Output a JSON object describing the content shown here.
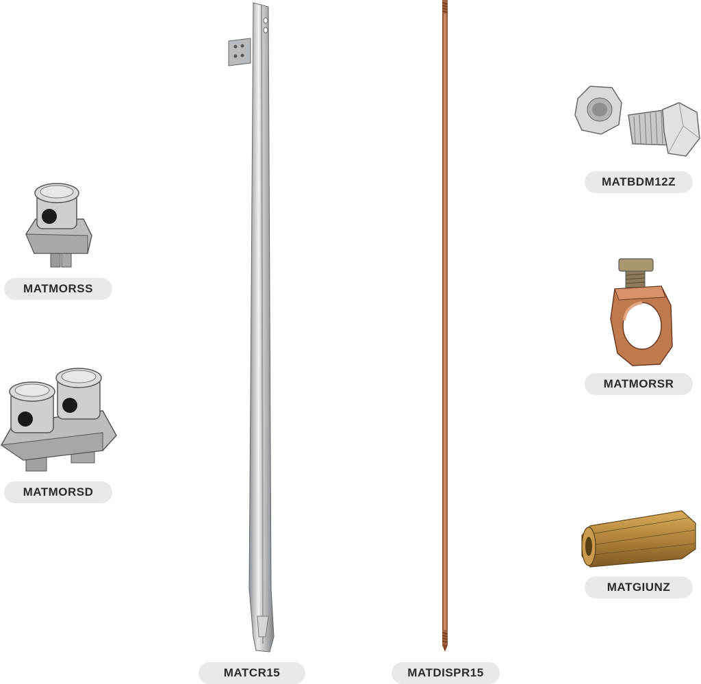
{
  "products": {
    "matmorss": {
      "code": "MATMORSS",
      "icon": "single-ground-clamp-icon"
    },
    "matmorsd": {
      "code": "MATMORSD",
      "icon": "double-ground-clamp-icon"
    },
    "matcr15": {
      "code": "MATCR15",
      "icon": "steel-cross-earth-rod-icon"
    },
    "matdispr15": {
      "code": "MATDISPR15",
      "icon": "copper-earth-rod-icon"
    },
    "matbdm12z": {
      "code": "MATBDM12Z",
      "icon": "bolt-and-nut-icon"
    },
    "matmorsr": {
      "code": "MATMORSR",
      "icon": "copper-rod-clamp-icon"
    },
    "matgiunz": {
      "code": "MATGIUNZ",
      "icon": "hex-coupler-icon"
    }
  },
  "colors": {
    "label_bg": "#e9e9e9",
    "label_text": "#2b2b2b",
    "steel": "#c8cacc",
    "copper": "#b86a45",
    "brass": "#b88a3e"
  }
}
